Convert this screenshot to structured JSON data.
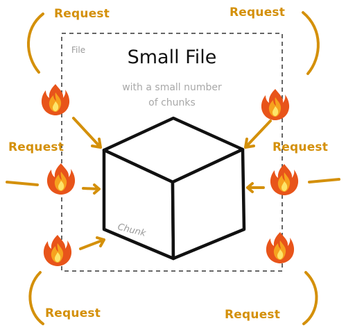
{
  "diagram": {
    "file_label": "File",
    "title": "Small File",
    "subtitle_line1": "with a small number",
    "subtitle_line2": "of chunks",
    "chunk_label": "Chunk",
    "request_label": "Request",
    "colors": {
      "accent": "#d4900a",
      "outline": "#111111",
      "muted_text": "#a8a8a8"
    },
    "icons": [
      "fire-icon"
    ]
  }
}
